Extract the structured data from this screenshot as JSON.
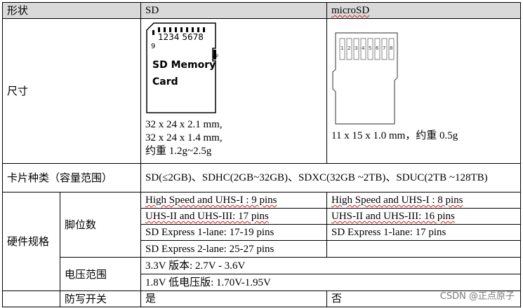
{
  "header": {
    "col1": "形状",
    "col2": "SD",
    "col3": "microSD"
  },
  "size_row": {
    "label": "尺寸",
    "sd": {
      "card_pins": "1234 5678",
      "card_pin9": "9",
      "card_wp": "wp",
      "card_title_line1": "SD Memory",
      "card_title_line2": "Card",
      "dim_line1": "32 x 24 x 2.1 mm,",
      "dim_line2": "32 x 24 x 1.4 mm,",
      "dim_line3": "约重 1.2g~2.5g"
    },
    "microsd": {
      "card_pins": [
        "1",
        "2",
        "3",
        "4",
        "5",
        "6",
        "7",
        "8"
      ],
      "dim": "11 x 15 x 1.0 mm，约重 0.5g"
    }
  },
  "type_row": {
    "label": "卡片种类（容量范围）",
    "value": "SD(≤2GB)、SDHC(2GB~32GB)、SDXC(32GB ~2TB)、SDUC(2TB ~128TB)"
  },
  "hardware": {
    "label": "硬件规格",
    "pins": {
      "label": "脚位数",
      "rows": [
        {
          "sd": "High Speed and UHS-I : 9 pins",
          "micro": "High Speed and UHS-I : 8 pins"
        },
        {
          "sd": "UHS-II and UHS-III: 17 pins",
          "micro": "UHS-II and UHS-III: 16 pins"
        },
        {
          "sd": "SD Express 1-lane: 17-19 pins",
          "micro": "SD Express 1-lane: 17 pins"
        },
        {
          "sd": "SD Express 2-lane: 25-27 pins",
          "micro": ""
        }
      ]
    },
    "voltage": {
      "label": "电压范围",
      "line1": "3.3V 版本: 2.7V - 3.6V",
      "line2": "1.8V 低电压版: 1.70V-1.95V"
    },
    "write_protect": {
      "label": "防写开关",
      "sd": "是",
      "micro": "否"
    }
  },
  "watermark": "CSDN @正点原子"
}
